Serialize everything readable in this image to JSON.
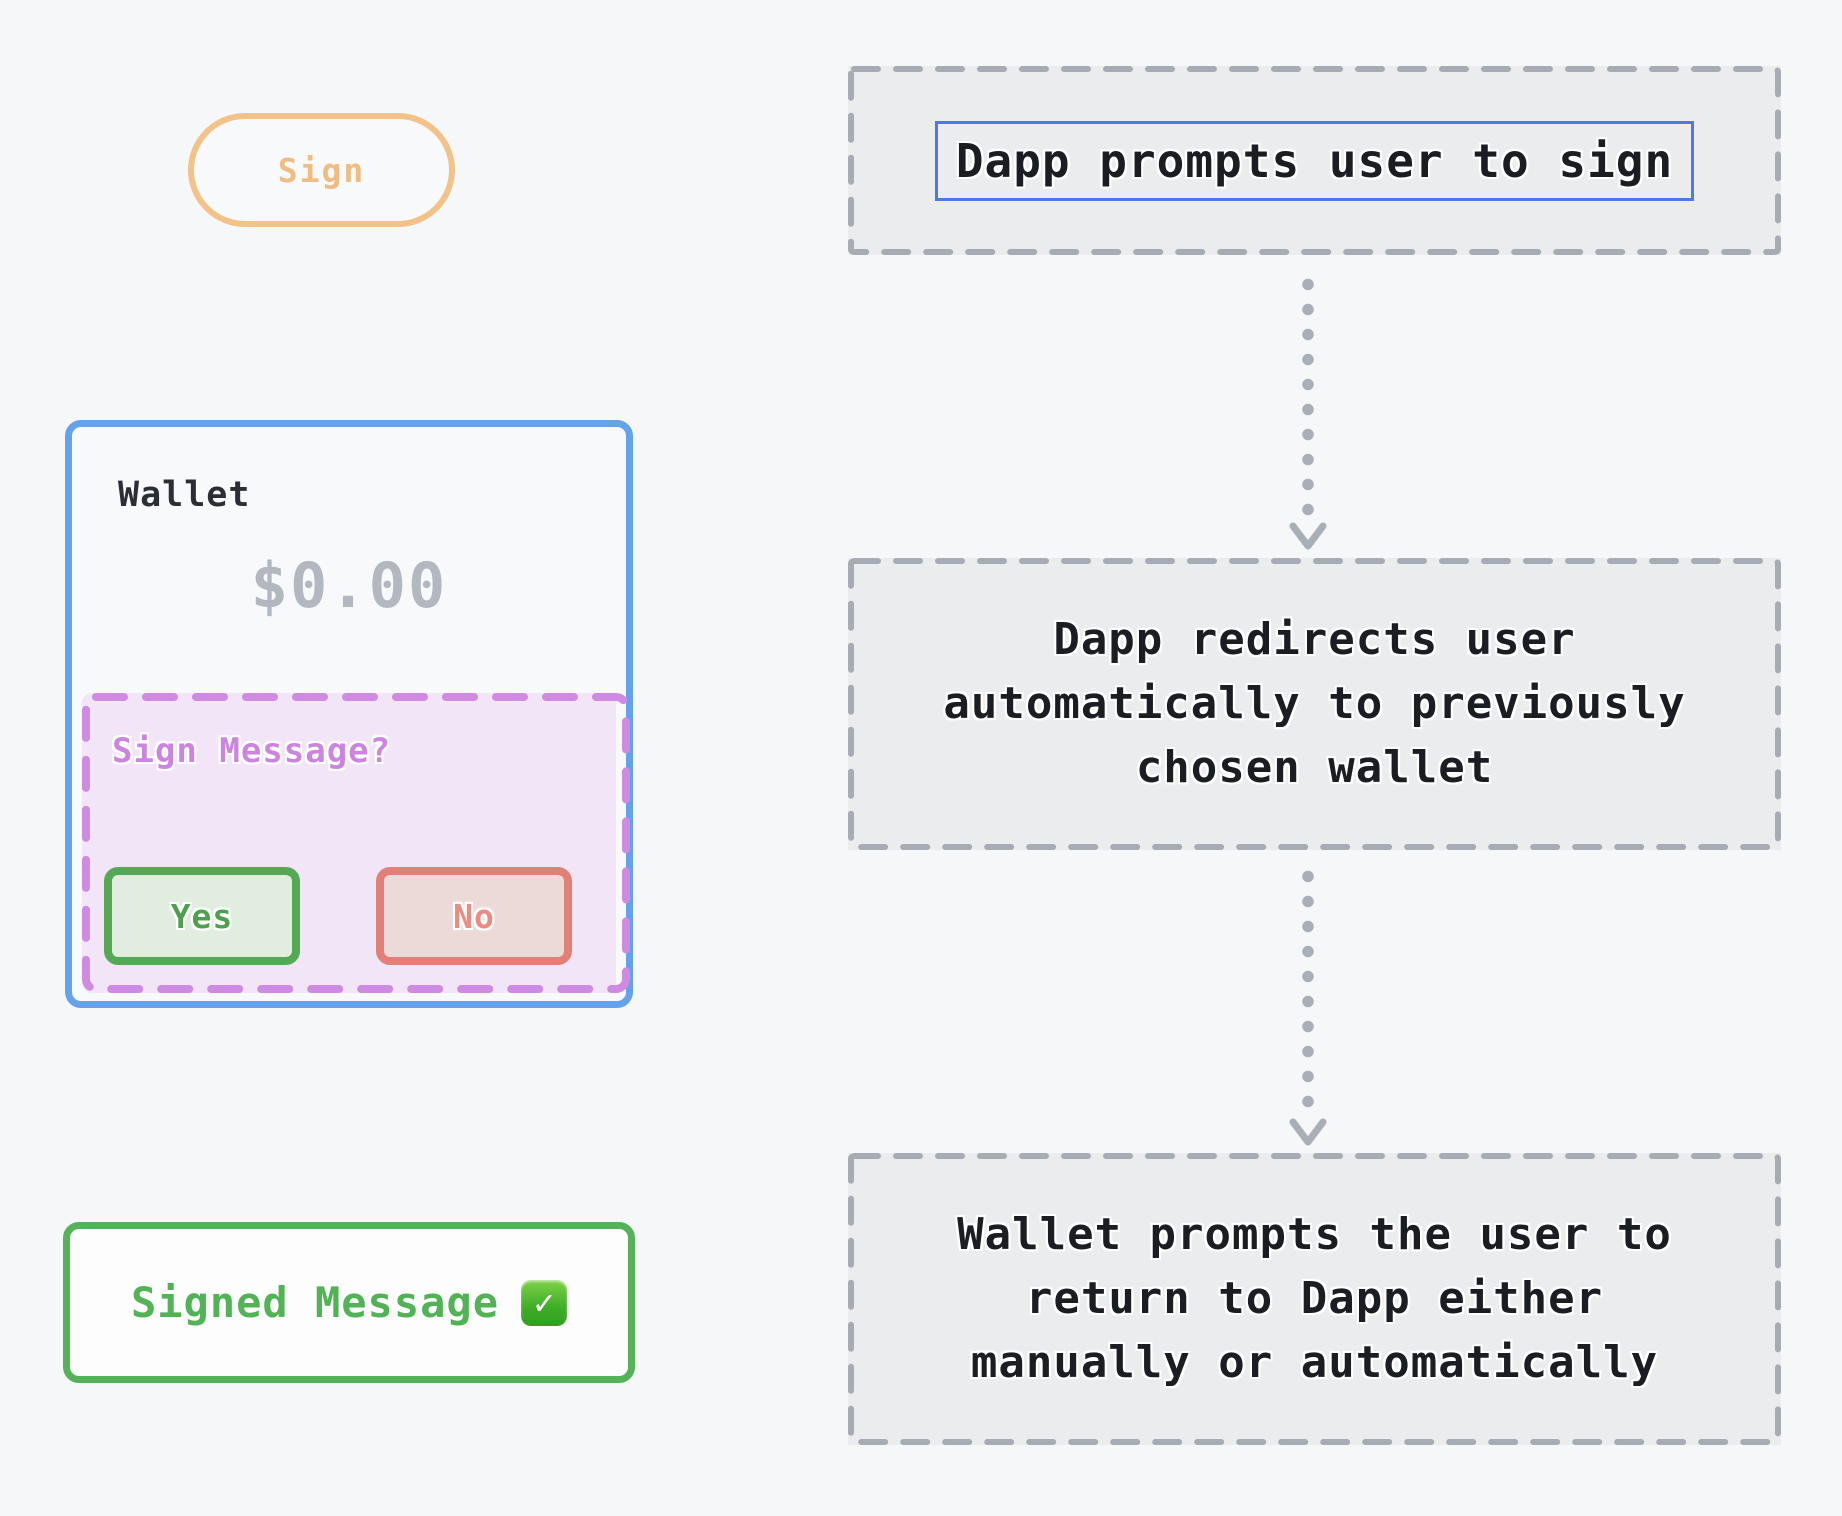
{
  "canvas": {
    "background": "#f6f7f9"
  },
  "sketch_panel": {
    "sign_pill": {
      "label": "Sign",
      "border_color": "#f2c289",
      "text_color": "#efbc83"
    },
    "wallet_card": {
      "title": "Wallet",
      "balance": "$0.00",
      "border_color": "#64a3eb",
      "balance_color": "#b3b8c0",
      "sign_prompt": {
        "question": "Sign Message?",
        "border_color": "#ce8be1",
        "fill_color": "#f1e5f7",
        "yes_button": {
          "label": "Yes",
          "border_color": "#55a956",
          "text_color": "#4ea04e"
        },
        "no_button": {
          "label": "No",
          "border_color": "#e28078",
          "text_color": "#ed8a82"
        }
      }
    },
    "signed_box": {
      "label": "Signed Message",
      "check_icon": "✓",
      "border_color": "#56b259",
      "text_color": "#52b356"
    }
  },
  "flow": {
    "box_fill": "#ebecee",
    "box_border": "#a7acb4",
    "highlight_border": "#4a7be0",
    "arrow_color": "#a9afb7",
    "steps": [
      {
        "text": "Dapp prompts user to sign",
        "highlighted": "true"
      },
      {
        "text": "Dapp redirects user automatically to previously chosen wallet",
        "highlighted": "false"
      },
      {
        "text": "Wallet prompts the user to return to Dapp either manually or automatically",
        "highlighted": "false"
      }
    ]
  }
}
